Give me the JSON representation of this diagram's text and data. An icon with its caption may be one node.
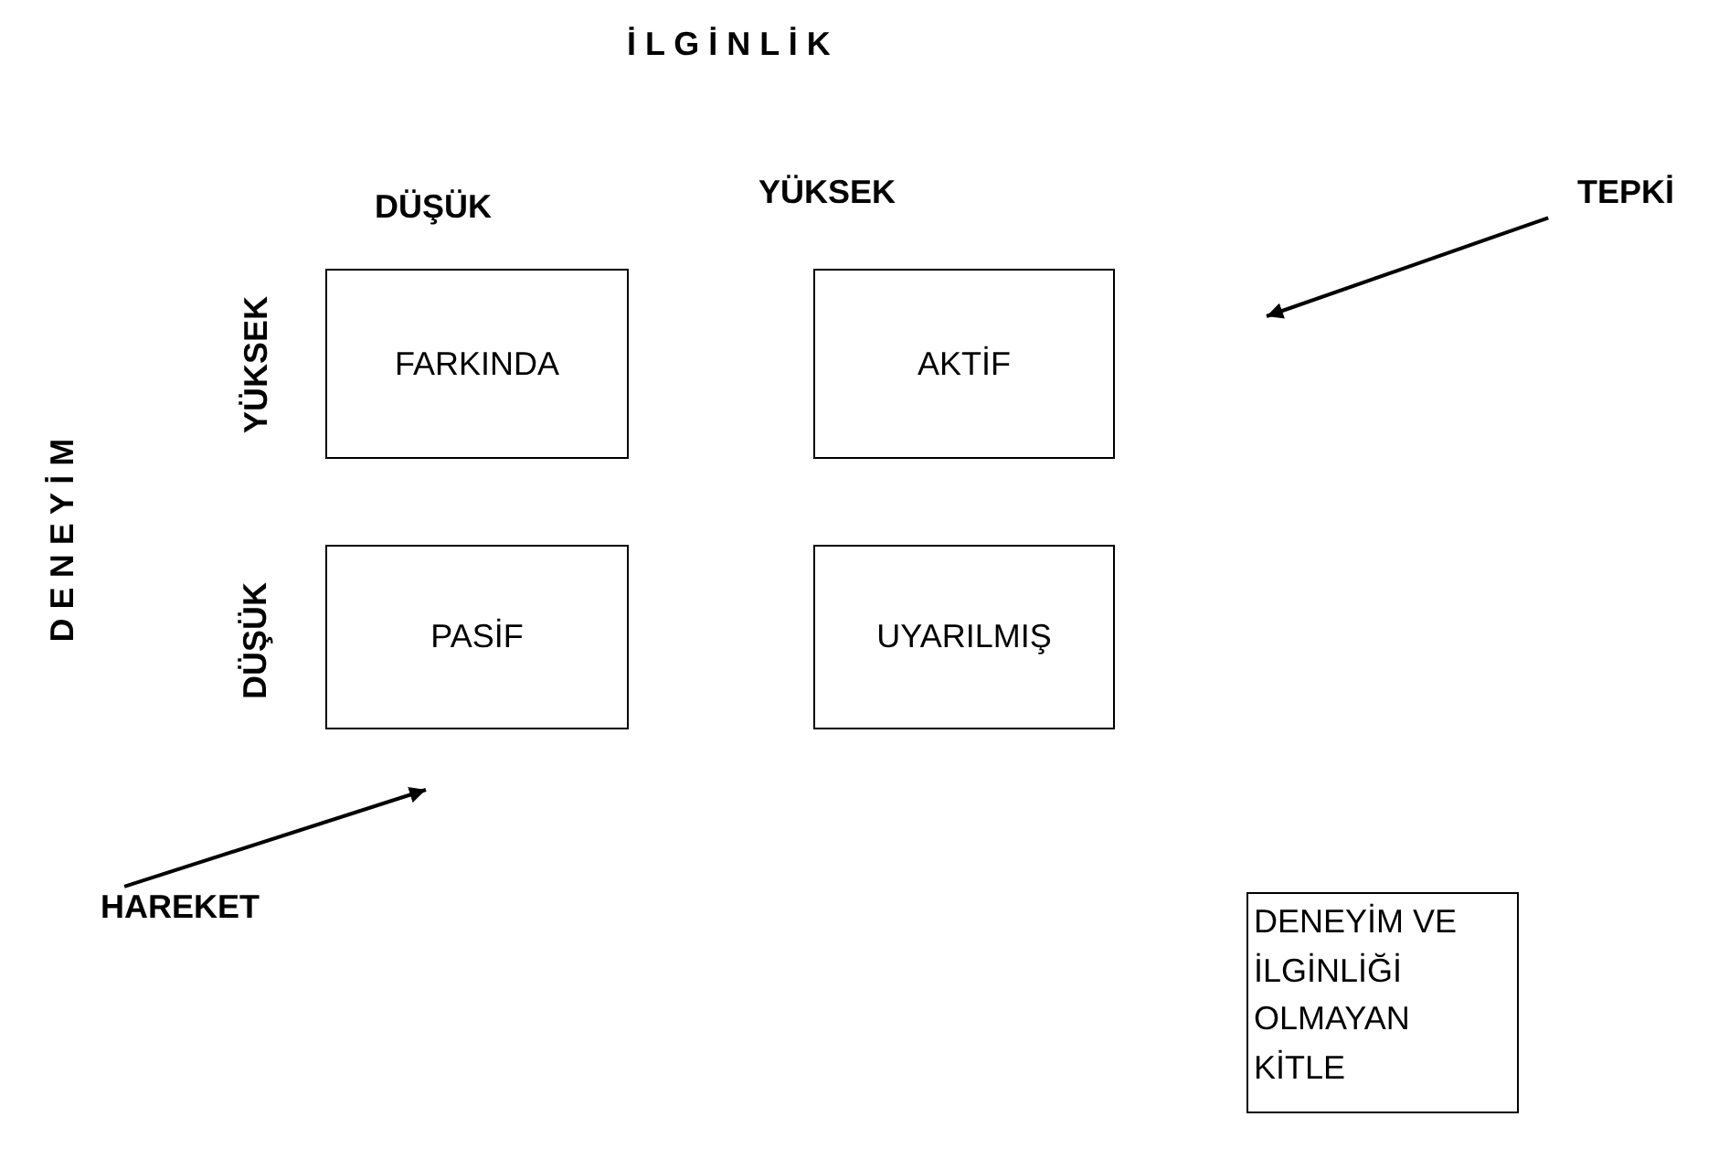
{
  "diagram": {
    "nodes": [
      {
        "text": [
          "FARKINDA"
        ]
      },
      {
        "text": [
          "AKTİF"
        ]
      },
      {
        "text": [
          "PASİF"
        ]
      },
      {
        "text": [
          "UYARILMIŞ"
        ]
      },
      {
        "text": [
          "DENEYİM VE İLGİNLİĞİ OLMAYAN KİTLE"
        ]
      },
      {
        "text": [
          "TEPKİ"
        ]
      },
      {
        "text": [
          "HAREKET"
        ]
      }
    ],
    "edges": [
      {
        "from": 5,
        "to": null,
        "arrow": "to"
      },
      {
        "from": 6,
        "to": null,
        "arrow": "to"
      }
    ],
    "labels": [
      "İ L G İ N L İ K",
      "DÜŞÜK",
      "YÜKSEK",
      "D E N E Y İ M",
      "YÜKSEK",
      "DÜŞÜK"
    ]
  }
}
